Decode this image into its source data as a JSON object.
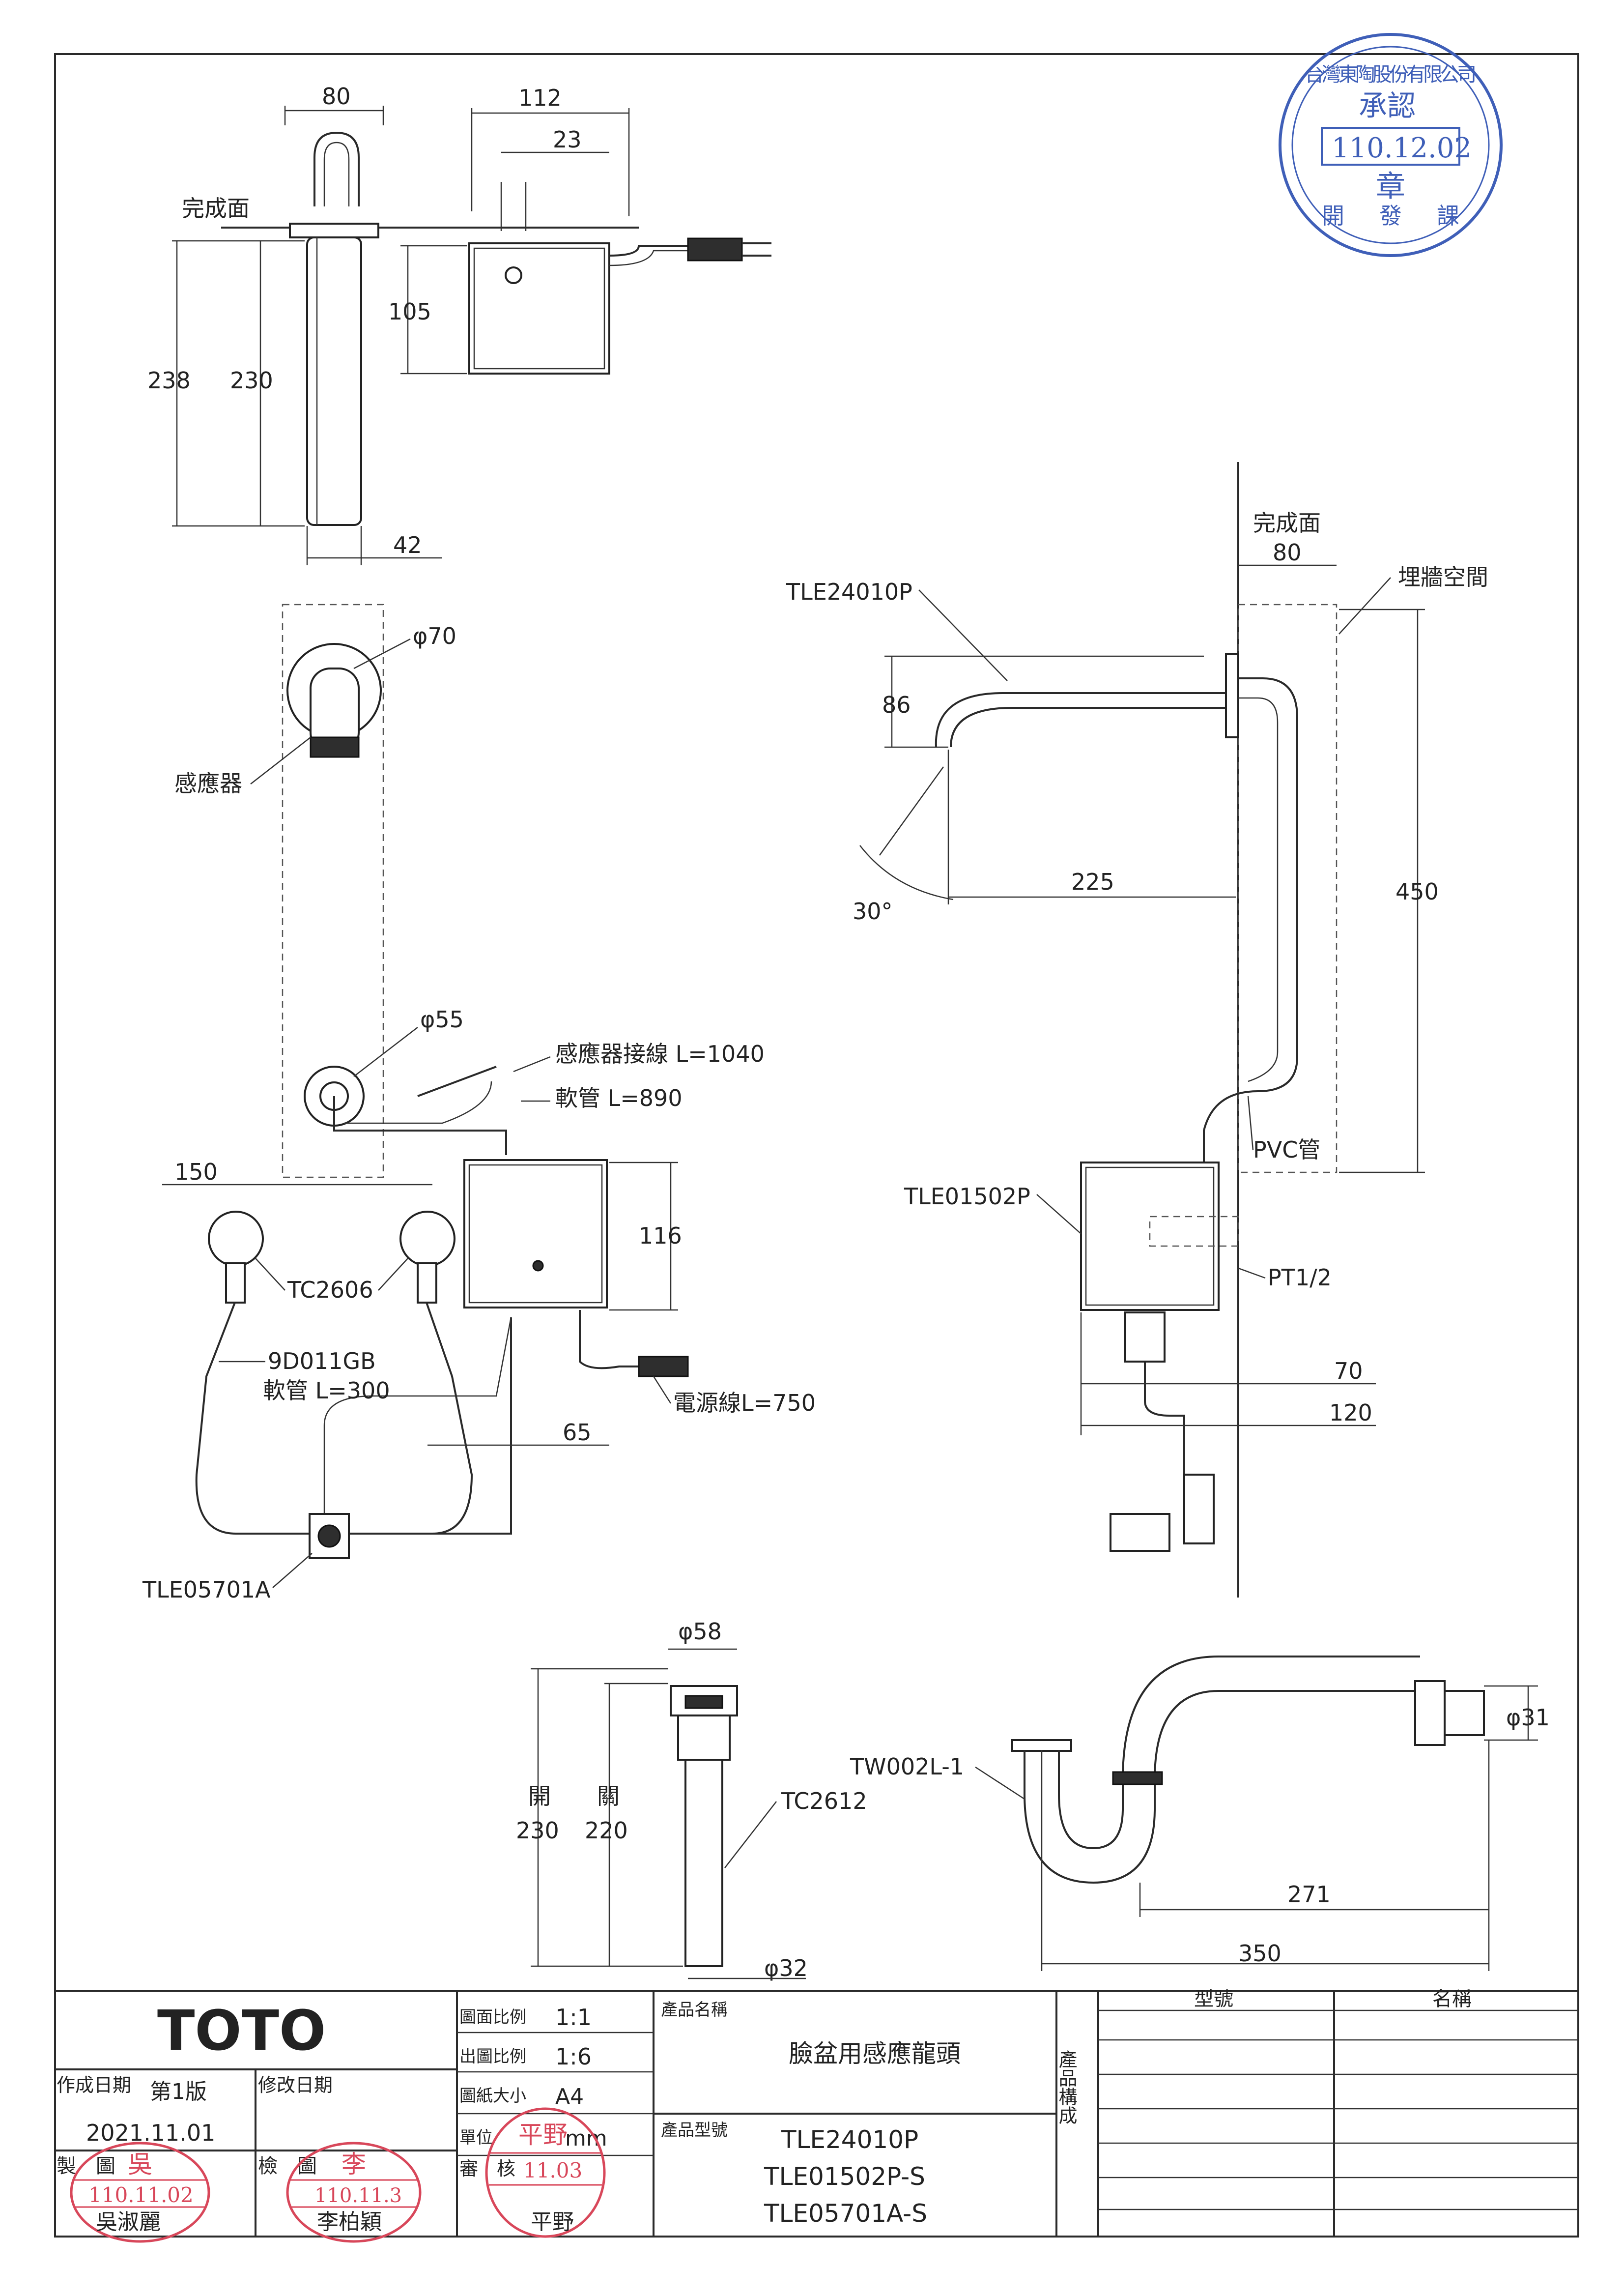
{
  "drawing": {
    "top_view": {
      "finish_surface_label": "完成面",
      "dims": {
        "w80": "80",
        "w112": "112",
        "w23": "23",
        "h105": "105",
        "h238": "238",
        "h230": "230",
        "w42": "42"
      }
    },
    "front_view": {
      "phi70": "φ70",
      "sensor_label": "感應器",
      "phi55": "φ55",
      "sensor_cable": "感應器接線 L=1040",
      "hose": "軟管 L=890",
      "dim150": "150",
      "tc2606": "TC2606",
      "gb_code": "9D011GB",
      "gb_hose": "軟管 L=300",
      "dim116": "116",
      "power_cord": "電源線L=750",
      "dim65": "65",
      "tle05701a": "TLE05701A"
    },
    "side_view": {
      "finish_surface_label": "完成面",
      "dim80": "80",
      "wall_space": "埋牆空間",
      "tle24010p": "TLE24010P",
      "dim86": "86",
      "dim225": "225",
      "angle30": "30°",
      "dim450": "450",
      "pvc": "PVC管",
      "tle01502p": "TLE01502P",
      "pt12": "PT1/2",
      "dim70": "70",
      "dim120": "120"
    },
    "drain": {
      "phi58": "φ58",
      "open_label": "開",
      "open_val": "230",
      "close_label": "關",
      "close_val": "220",
      "tc2612": "TC2612",
      "phi32": "φ32"
    },
    "trap": {
      "tw002l": "TW002L-1",
      "phi31": "φ31",
      "dim271": "271",
      "dim350": "350"
    }
  },
  "stamp_approval": {
    "company": "台灣東陶股份有限公司",
    "approve": "承認",
    "date": "110.12.02",
    "seal": "章",
    "dept": "開發課"
  },
  "title_block": {
    "logo": "TOTO",
    "scale_label": "圖面比例",
    "scale_value": "1:1",
    "print_scale_label": "出圖比例",
    "print_scale_value": "1:6",
    "paper_label": "圖紙大小",
    "paper_value": "A4",
    "unit_label": "單位",
    "unit_value": "mm",
    "created_label": "作成日期",
    "edition": "第1版",
    "revised_label": "修改日期",
    "created_date": "2021.11.01",
    "product_name_label": "產品名稱",
    "product_name": "臉盆用感應龍頭",
    "model_label": "產品型號",
    "models": [
      "TLE24010P",
      "TLE01502P-S",
      "TLE05701A-S"
    ],
    "composition_label": "產品構成",
    "col_model": "型號",
    "col_name": "名稱",
    "drawn_label": "製　圖",
    "checked_label": "檢　圖",
    "reviewed_label": "審　核",
    "drawn_name": "吳淑麗",
    "checked_name": "李柏穎",
    "reviewed_name": "平野",
    "drawn_stamp_date": "110.11.02",
    "checked_stamp_date": "110.11.3",
    "reviewed_stamp_date": "11.03",
    "drawn_stamp_char": "吳",
    "checked_stamp_char": "李",
    "reviewed_stamp_char": "平野"
  }
}
